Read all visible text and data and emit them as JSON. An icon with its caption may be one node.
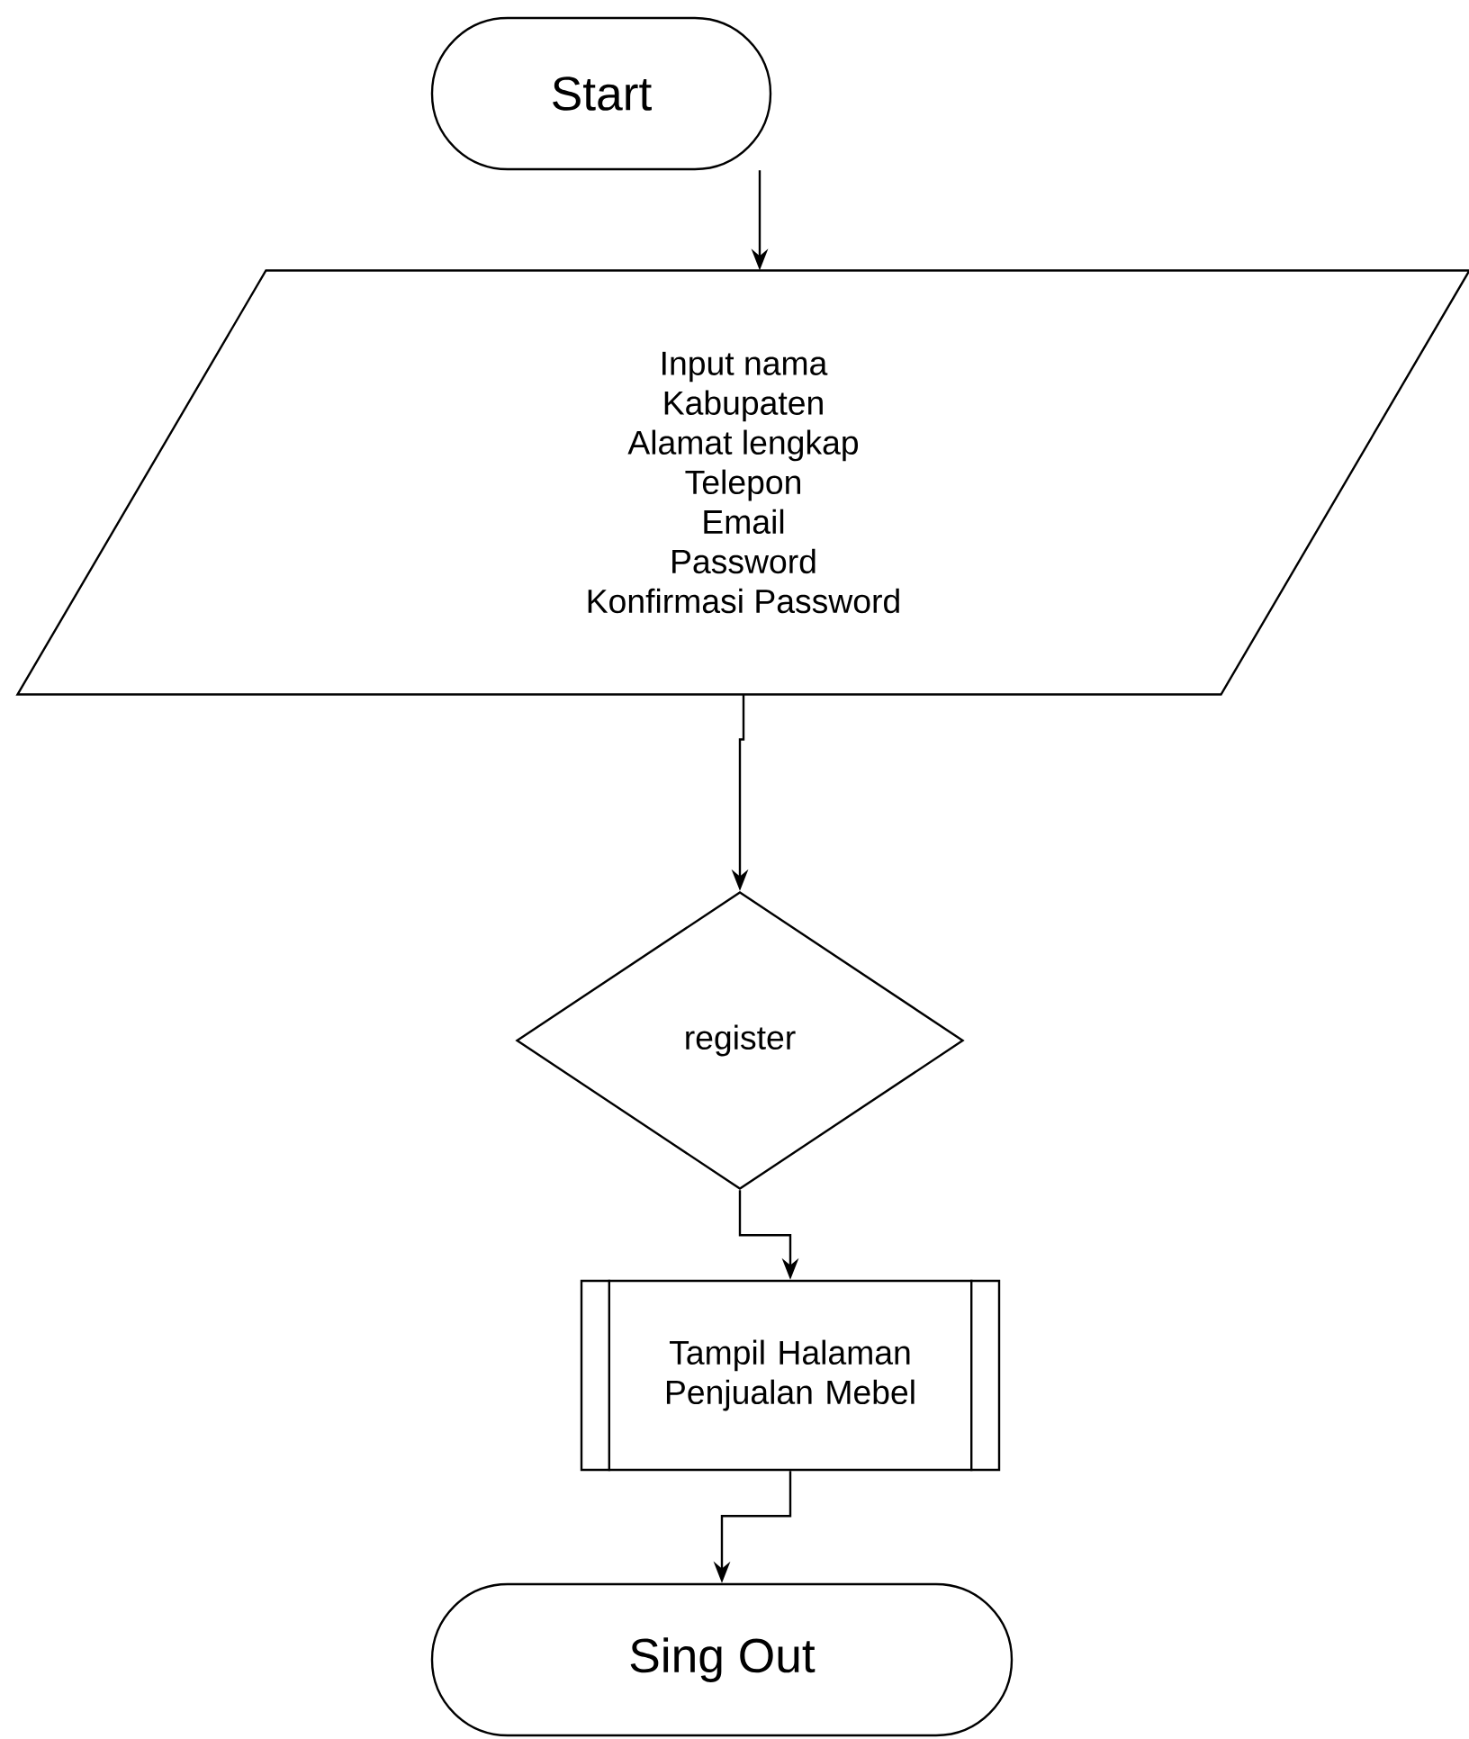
{
  "diagram": {
    "nodes": [
      {
        "text": [
          "Start"
        ]
      },
      {
        "text": [
          "Input nama",
          "Kabupaten",
          "Alamat lengkap",
          "Telepon",
          "Email",
          "Password",
          "Konfirmasi Password"
        ]
      },
      {
        "text": [
          "register"
        ]
      },
      {
        "text": [
          "Tampil Halaman Penjualan Mebel"
        ]
      },
      {
        "text": [
          "Sing Out"
        ]
      }
    ],
    "edges": [
      {
        "from": 0,
        "to": 1,
        "arrow": "to"
      },
      {
        "from": 1,
        "to": 2,
        "arrow": "to"
      },
      {
        "from": 2,
        "to": 3,
        "arrow": "to"
      },
      {
        "from": 3,
        "to": 4,
        "arrow": "to"
      }
    ]
  }
}
